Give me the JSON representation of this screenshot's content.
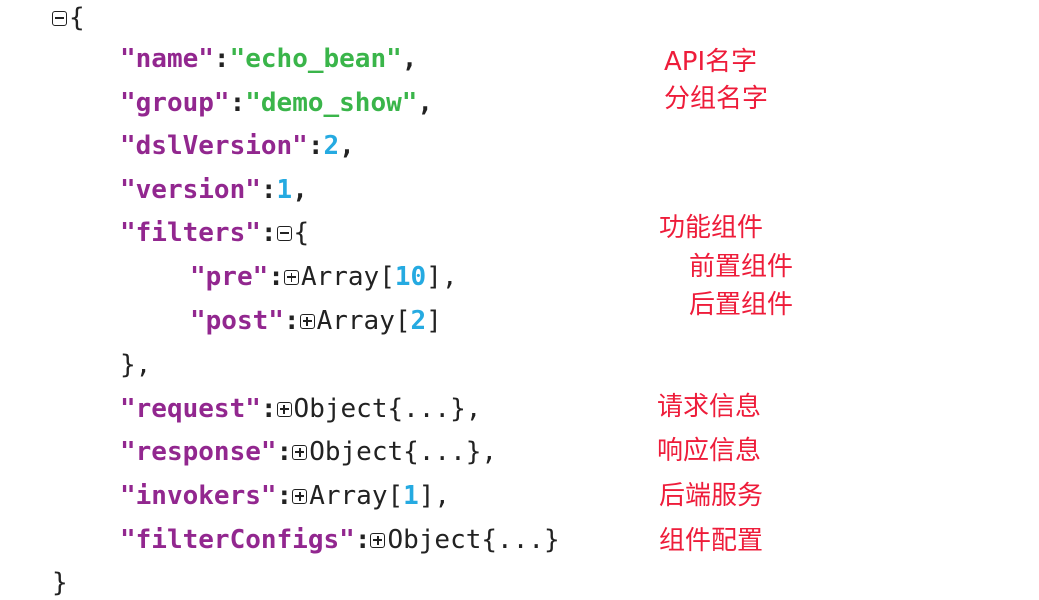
{
  "json": {
    "open_brace": "{",
    "close_brace": "}",
    "name_key": "\"name\"",
    "name_value": "\"echo_bean\"",
    "group_key": "\"group\"",
    "group_value": "\"demo_show\"",
    "dslVersion_key": "\"dslVersion\"",
    "dslVersion_value": "2",
    "version_key": "\"version\"",
    "version_value": "1",
    "filters_key": "\"filters\"",
    "pre_key": "\"pre\"",
    "pre_type": "Array[",
    "pre_count": "10",
    "post_key": "\"post\"",
    "post_type": "Array[",
    "post_count": "2",
    "filters_close": "},",
    "request_key": "\"request\"",
    "request_value": "Object{...},",
    "response_key": "\"response\"",
    "response_value": "Object{...},",
    "invokers_key": "\"invokers\"",
    "invokers_type": "Array[",
    "invokers_count": "1",
    "filterConfigs_key": "\"filterConfigs\"",
    "filterConfigs_value": "Object{...}"
  },
  "annotations": {
    "name": "API名字",
    "group": "分组名字",
    "filters": "功能组件",
    "pre": "前置组件",
    "post": "后置组件",
    "request": "请求信息",
    "response": "响应信息",
    "invokers": "后端服务",
    "filterConfigs": "组件配置"
  }
}
